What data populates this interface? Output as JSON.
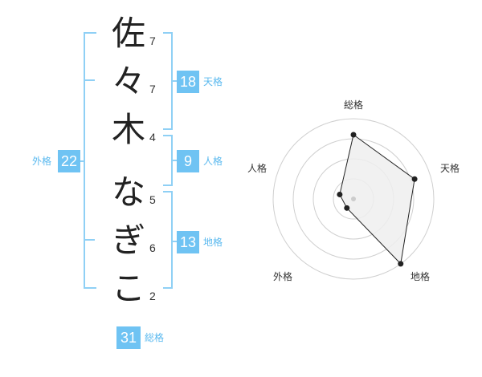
{
  "name_chars": [
    "佐",
    "々",
    "木",
    "な",
    "ぎ",
    "こ"
  ],
  "strokes": [
    "7",
    "7",
    "4",
    "5",
    "6",
    "2"
  ],
  "fortunes": {
    "tenkaku": {
      "label": "天格",
      "value": "18"
    },
    "jinkaku": {
      "label": "人格",
      "value": "9"
    },
    "chikaku": {
      "label": "地格",
      "value": "13"
    },
    "gaikaku": {
      "label": "外格",
      "value": "22"
    },
    "soukaku": {
      "label": "総格",
      "value": "31"
    }
  },
  "colors": {
    "accent": "#6fc3f3",
    "bracket": "#8fd0f5"
  },
  "chart_data": {
    "type": "radar",
    "axes": [
      "総格",
      "天格",
      "地格",
      "外格",
      "人格"
    ],
    "values": [
      4,
      4,
      5,
      0.7,
      0.9
    ],
    "rmax": 5,
    "rings": 4
  }
}
